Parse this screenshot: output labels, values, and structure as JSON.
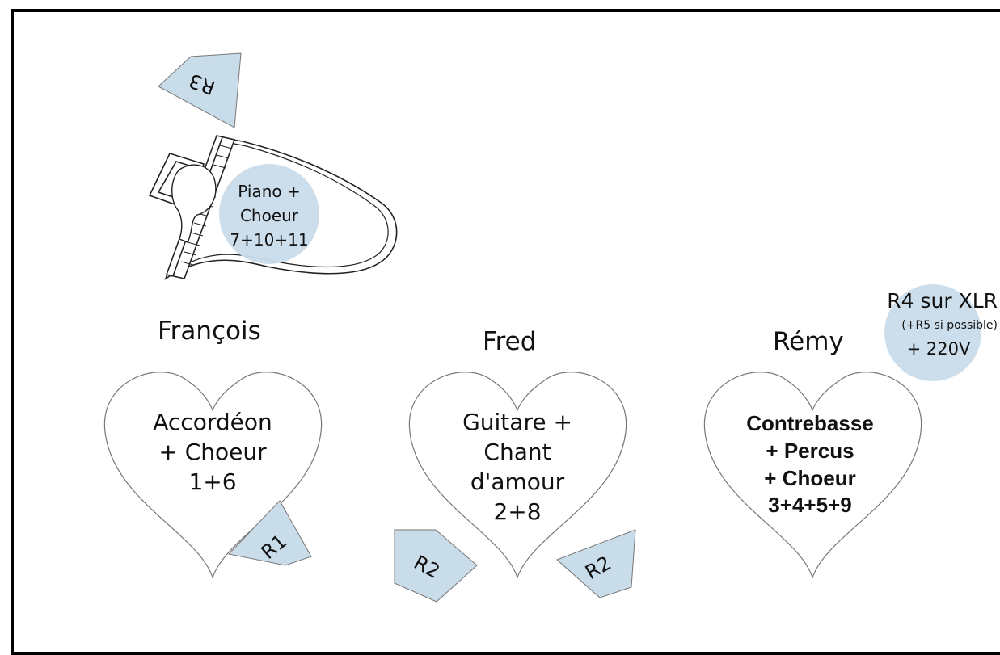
{
  "piano": {
    "lines": [
      "Piano +",
      "Choeur",
      "7+10+11"
    ],
    "monitor": "R3"
  },
  "musicians": [
    {
      "name": "François",
      "lines": [
        "Accordéon",
        "+ Choeur",
        "1+6"
      ],
      "monitors": [
        "R1"
      ]
    },
    {
      "name": "Fred",
      "lines": [
        "Guitare +",
        "Chant",
        "d'amour",
        "2+8"
      ],
      "monitors": [
        "R2",
        "R2"
      ]
    },
    {
      "name": "Rémy",
      "lines": [
        "Contrebasse",
        "+ Percus",
        "+ Choeur",
        "3+4+5+9"
      ],
      "monitors": []
    }
  ],
  "remy_power": {
    "line1": "R4 sur XLR",
    "line2": "(+R5 si possible)",
    "line3": "+ 220V"
  },
  "colors": {
    "monitor_fill": "#c9dcea",
    "circle_fill": "#c9dcea",
    "outline": "#555555",
    "frame": "#000000"
  }
}
